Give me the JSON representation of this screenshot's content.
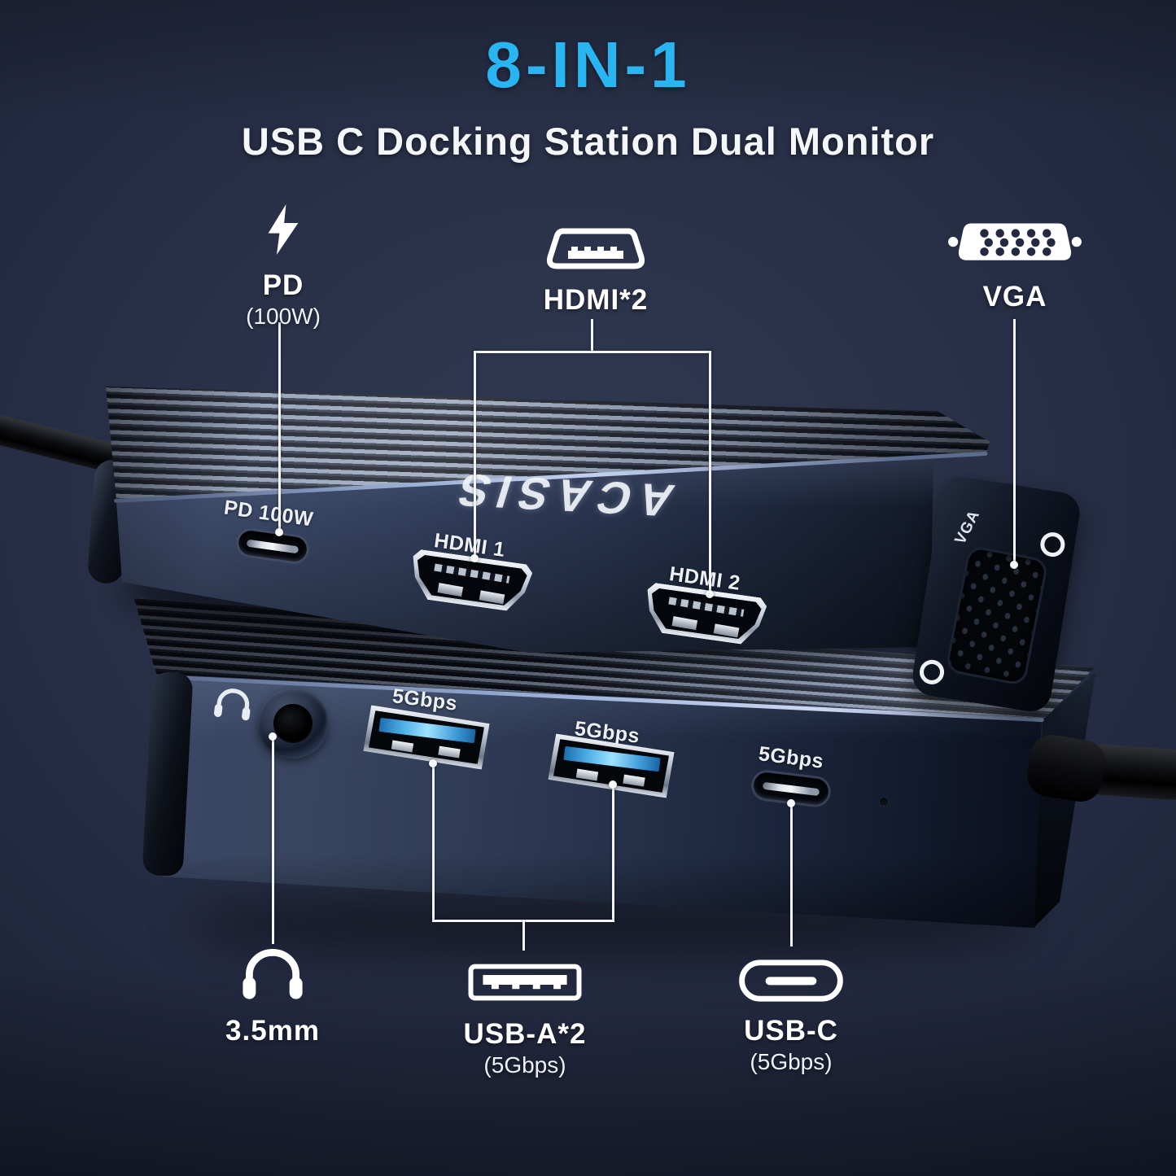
{
  "title": "8-IN-1",
  "subtitle": "USB C Docking Station Dual Monitor",
  "brand_logo": "ACASIS",
  "colors": {
    "title_accent": "#29B4F2",
    "background_navy": "#232940",
    "leader_line": "#F2F4F7",
    "usb_a_tongue": "#4FB0E8",
    "device_body": "#2C3852"
  },
  "callouts": {
    "pd": {
      "label": "PD",
      "sub": "(100W)",
      "icon": "lightning-icon"
    },
    "hdmi": {
      "label": "HDMI*2",
      "icon": "hdmi-connector-icon"
    },
    "vga": {
      "label": "VGA",
      "icon": "vga-connector-icon"
    },
    "audio": {
      "label": "3.5mm",
      "icon": "headphones-icon"
    },
    "usb_a": {
      "label": "USB-A*2",
      "sub": "(5Gbps)",
      "icon": "usb-a-connector-icon"
    },
    "usb_c": {
      "label": "USB-C",
      "sub": "(5Gbps)",
      "icon": "usb-c-connector-icon"
    }
  },
  "device_top": {
    "pd_port_label": "PD 100W",
    "hdmi1_port_label": "HDMI 1",
    "hdmi2_port_label": "HDMI 2",
    "vga_side_label": "VGA"
  },
  "device_bottom": {
    "usb_a1_speed": "5Gbps",
    "usb_a2_speed": "5Gbps",
    "usb_c_speed": "5Gbps"
  }
}
